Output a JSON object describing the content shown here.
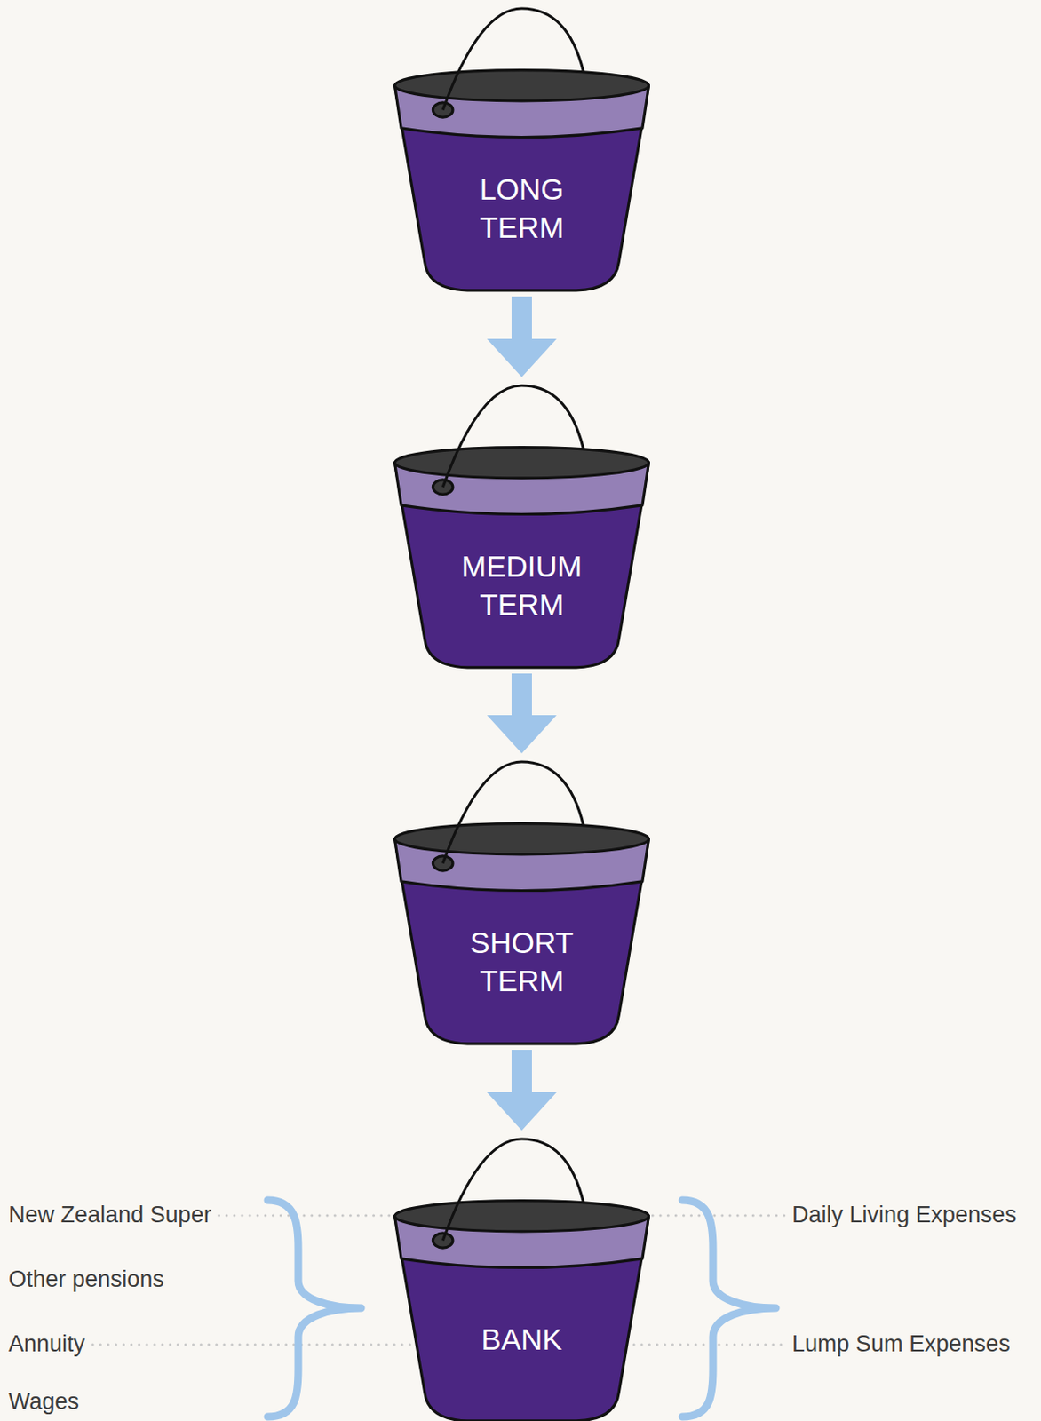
{
  "diagram": {
    "nodes": [
      {
        "text": [
          "LONG TERM"
        ]
      },
      {
        "text": [
          "MEDIUM TERM"
        ]
      },
      {
        "text": [
          "SHORT TERM"
        ]
      },
      {
        "text": [
          "BANK"
        ]
      }
    ],
    "edges": [
      {
        "from": 0,
        "to": 1,
        "arrow": "to"
      },
      {
        "from": 1,
        "to": 2,
        "arrow": "to"
      },
      {
        "from": 2,
        "to": 3,
        "arrow": "to"
      }
    ],
    "labels": [
      "New Zealand Super",
      "Other pensions",
      "Annuity",
      "Wages",
      "Daily Living Expenses",
      "Lump Sum Expenses"
    ]
  }
}
